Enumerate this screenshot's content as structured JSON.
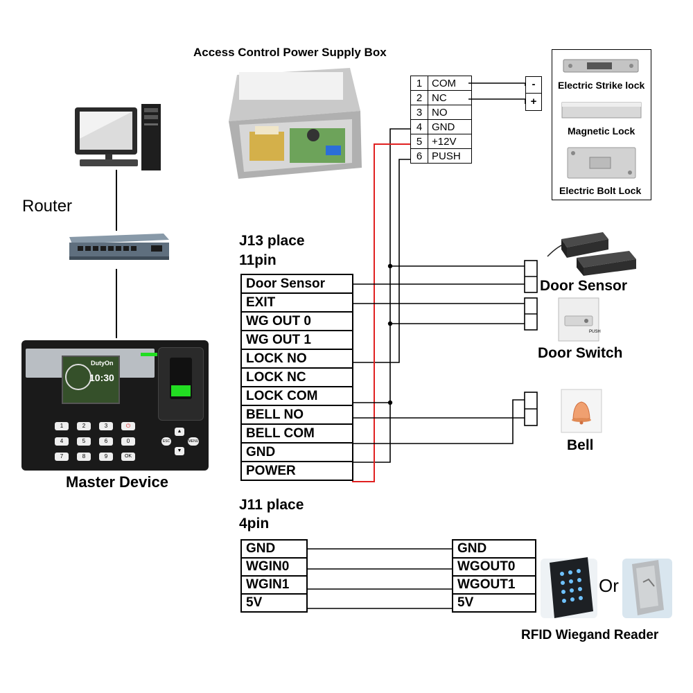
{
  "titles": {
    "power_box": "Access Control Power Supply Box",
    "router": "Router",
    "master_device": "Master Device",
    "j13_place": "J13 place",
    "j13_pins": "11pin",
    "j11_place": "J11 place",
    "j11_pins": "4pin"
  },
  "power_terminals": [
    {
      "num": "1",
      "name": "COM"
    },
    {
      "num": "2",
      "name": "NC"
    },
    {
      "num": "3",
      "name": "NO"
    },
    {
      "num": "4",
      "name": "GND"
    },
    {
      "num": "5",
      "name": "+12V"
    },
    {
      "num": "6",
      "name": "PUSH"
    }
  ],
  "lock_terminals": {
    "minus": "-",
    "plus": "+"
  },
  "locks": {
    "electric_strike": "Electric Strike lock",
    "magnetic": "Magnetic Lock",
    "electric_bolt": "Electric Bolt Lock"
  },
  "j13_rows": [
    "Door Sensor",
    "EXIT",
    "WG OUT 0",
    "WG OUT 1",
    "LOCK NO",
    "LOCK NC",
    "LOCK COM",
    "BELL NO",
    "BELL COM",
    "GND",
    "POWER"
  ],
  "j11_rows": [
    "GND",
    "WGIN0",
    "WGIN1",
    "5V"
  ],
  "reader_rows": [
    "GND",
    "WGOUT0",
    "WGOUT1",
    "5V"
  ],
  "peripherals": {
    "door_sensor": "Door Sensor",
    "door_switch": "Door Switch",
    "bell": "Bell",
    "rfid_reader": "RFID Wiegand Reader",
    "or": "Or"
  },
  "device_screen": {
    "brand": "DutyOn",
    "time": "10:30",
    "keypad": [
      "1",
      "2",
      "3",
      "",
      "4",
      "5",
      "6",
      "0",
      "7",
      "8",
      "9",
      "OK"
    ],
    "esc": "ESC",
    "menu": "MENU"
  },
  "switch_text": "PUSH",
  "colors": {
    "wire": "#000000",
    "power_wire": "#e02020",
    "device_body": "#1a1a1a",
    "fingerprint_green": "#22dd22"
  }
}
